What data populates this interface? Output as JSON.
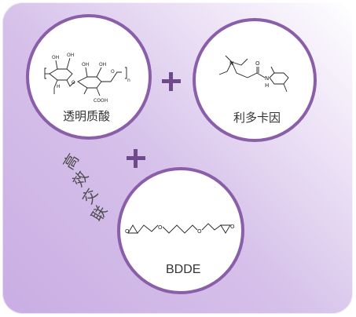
{
  "components": {
    "hyaluronic_acid": {
      "label": "透明质酸"
    },
    "lidocaine": {
      "label": "利多卡因"
    },
    "bdde": {
      "label": "BDDE"
    }
  },
  "side_text": {
    "chars": [
      "高",
      "效",
      "交",
      "联"
    ]
  },
  "atom_labels": {
    "oh": "OH",
    "o": "O",
    "n": "N",
    "h": "H",
    "hn": "H",
    "cooh": "COOH",
    "n_sub": "n"
  },
  "colors": {
    "accent": "#8a5ea8",
    "plus": "#6e4a8c"
  }
}
